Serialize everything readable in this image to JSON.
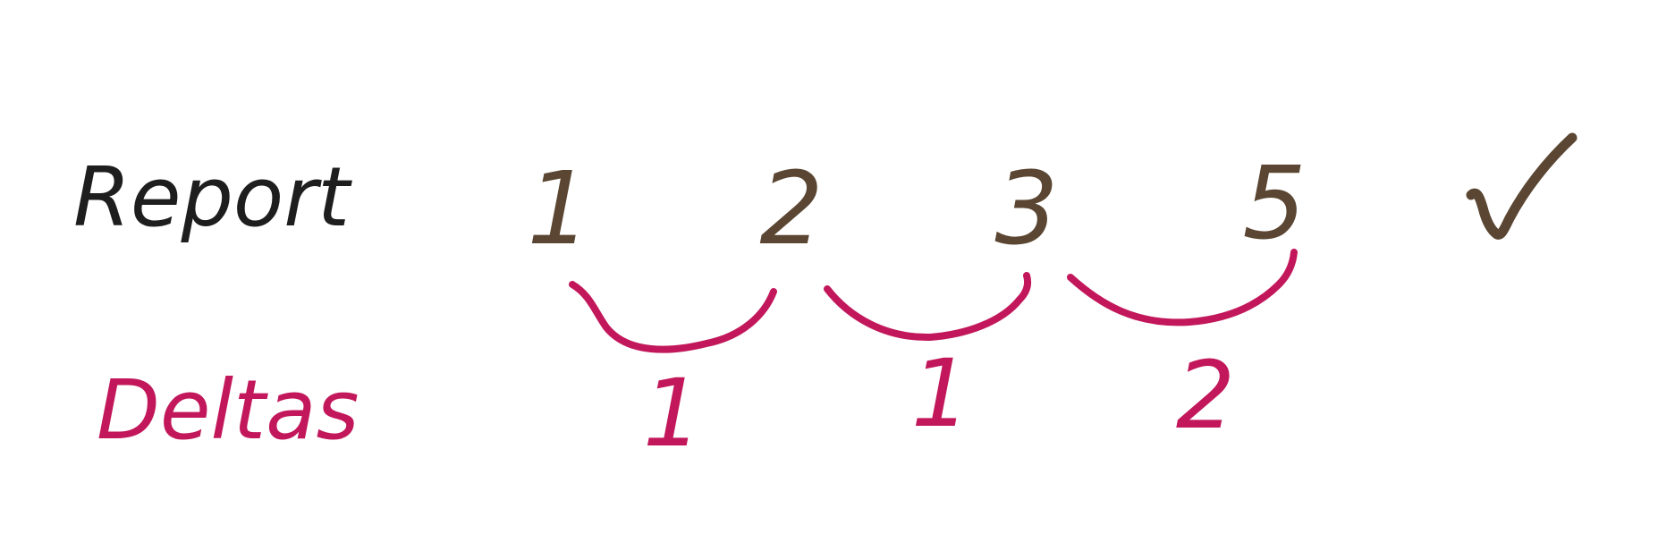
{
  "colors": {
    "report": "#1e1e1e",
    "numbers": "#5a4632",
    "deltas": "#c2185b",
    "background": "#ffffff"
  },
  "rows": {
    "report_label": "Report",
    "deltas_label": "Deltas"
  },
  "report_values": [
    "1",
    "2",
    "3",
    "5"
  ],
  "delta_values": [
    "1",
    "1",
    "2"
  ],
  "end_mark": "✓",
  "end_mark_icon": "checkmark-icon"
}
